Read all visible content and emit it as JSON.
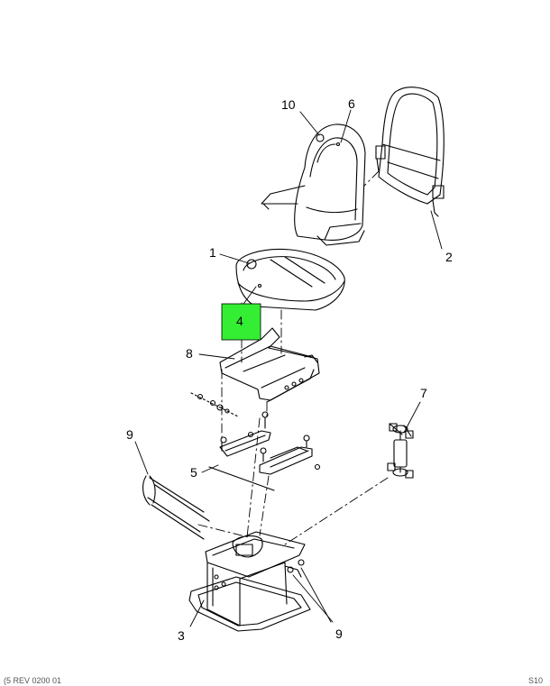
{
  "diagram": {
    "callouts": {
      "c1": "1",
      "c2": "2",
      "c3": "3",
      "c4": "4",
      "c5": "5",
      "c6": "6",
      "c7": "7",
      "c8": "8",
      "c9a": "9",
      "c9b": "9",
      "c10": "10"
    },
    "highlight_color": "#33ee33",
    "footer_left": "(5 REV 0200 01",
    "footer_right": "S10"
  }
}
